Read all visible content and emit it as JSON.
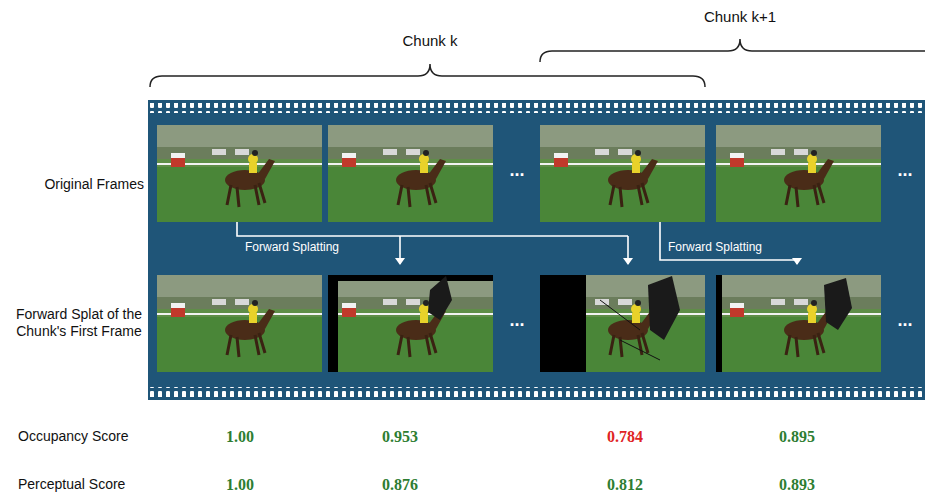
{
  "diagram": {
    "labels": [
      "Chunk k",
      "Chunk k+1",
      "Original Frames",
      "Forward Splat of the Chunk's First Frame",
      "...",
      "...",
      "Forward Splatting",
      "Forward Splatting",
      "...",
      "...",
      "Occupancy Score",
      "1.00",
      "0.953",
      "0.784",
      "0.895",
      "Perceptual Score",
      "1.00",
      "0.876",
      "0.812",
      "0.893"
    ]
  }
}
